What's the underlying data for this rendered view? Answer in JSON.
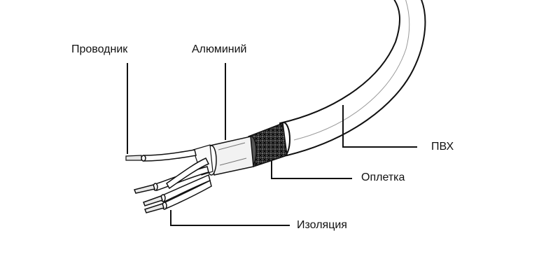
{
  "diagram": {
    "labels": {
      "conductor": "Проводник",
      "aluminium": "Алюминий",
      "pvc": "ПВХ",
      "braid": "Оплетка",
      "insulation": "Изоляция"
    },
    "colors": {
      "line": "#111111",
      "jacket": "#ffffff",
      "braid": "#2a2a2a",
      "foil": "#f2f2f2"
    }
  }
}
